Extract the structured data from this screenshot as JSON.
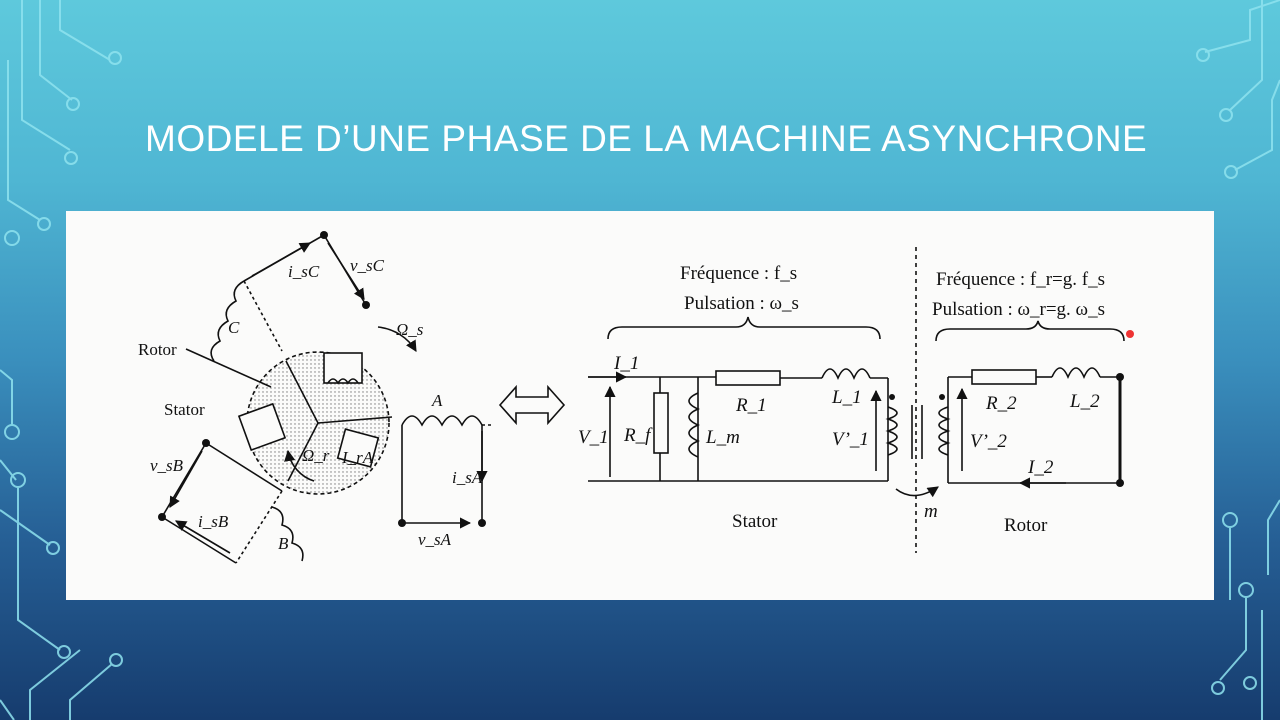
{
  "slide": {
    "title": "MODELE D’UNE PHASE DE LA MACHINE ASYNCHRONE"
  },
  "machine_diagram": {
    "rotor_label": "Rotor",
    "stator_label": "Stator",
    "phase_a": "A",
    "phase_b": "B",
    "phase_c": "C",
    "stator_speed": "Ω_s",
    "rotor_speed": "Ω_r",
    "rotor_current": "I_rA",
    "currents": [
      "i_sA",
      "i_sB",
      "i_sC"
    ],
    "voltages": [
      "v_sA",
      "v_sB",
      "v_sC"
    ]
  },
  "equivalent_circuit": {
    "stator_frequency": "Fréquence : f_s",
    "stator_pulsation": "Pulsation : ω_s",
    "rotor_frequency": "Fréquence : f_r=g. f_s",
    "rotor_pulsation": "Pulsation : ω_r=g. ω_s",
    "stator_current": "I_1",
    "stator_voltage": "V_1",
    "iron_resistance": "R_f",
    "magnetizing_inductance": "L_m",
    "stator_resistance": "R_1",
    "stator_inductance": "L_1",
    "stator_emf": "V’_1",
    "coupling": "m",
    "rotor_emf": "V’_2",
    "rotor_resistance": "R_2",
    "rotor_inductance": "L_2",
    "rotor_current": "I_2",
    "stator_label": "Stator",
    "rotor_label": "Rotor"
  }
}
